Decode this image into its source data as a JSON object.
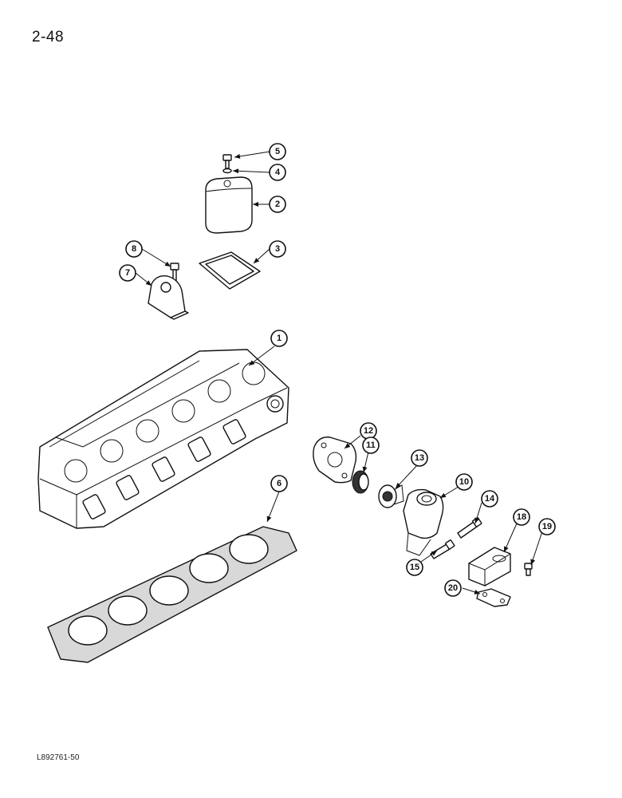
{
  "page": {
    "number": "2-48",
    "drawing_code": "L892761-50"
  },
  "callouts": [
    "1",
    "2",
    "3",
    "4",
    "5",
    "6",
    "7",
    "8",
    "10",
    "11",
    "12",
    "13",
    "14",
    "15",
    "18",
    "19",
    "20"
  ]
}
